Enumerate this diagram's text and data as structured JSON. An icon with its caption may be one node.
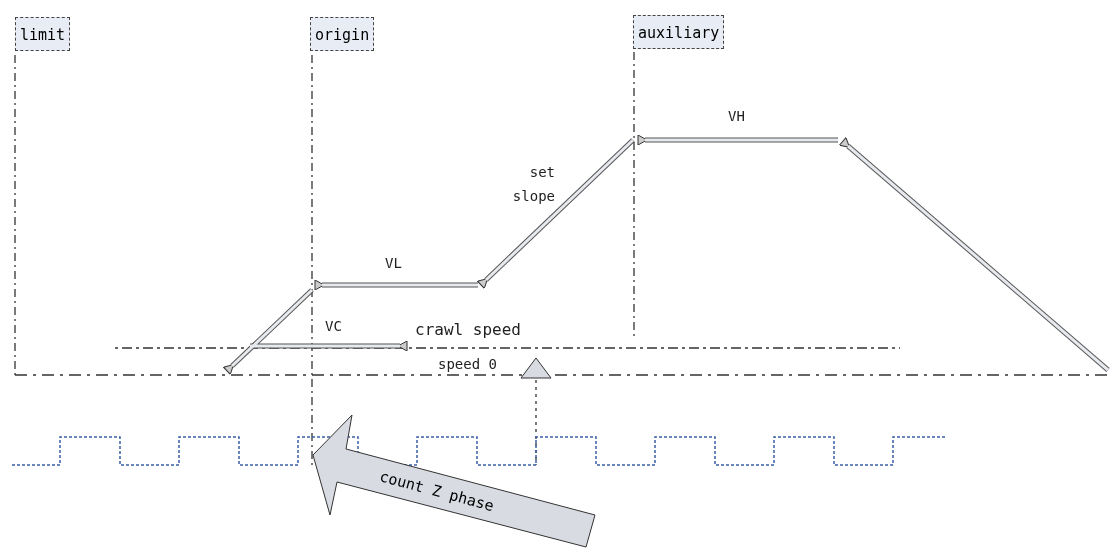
{
  "diagram": {
    "nodes": [
      {
        "text": [
          "limit"
        ]
      },
      {
        "text": [
          "origin"
        ]
      },
      {
        "text": [
          "auxiliary"
        ]
      },
      {
        "text": [
          "count Z phase"
        ]
      }
    ],
    "labels": [
      "VH",
      "set slope",
      "VL",
      "VC",
      "crawl speed",
      "speed 0"
    ]
  }
}
